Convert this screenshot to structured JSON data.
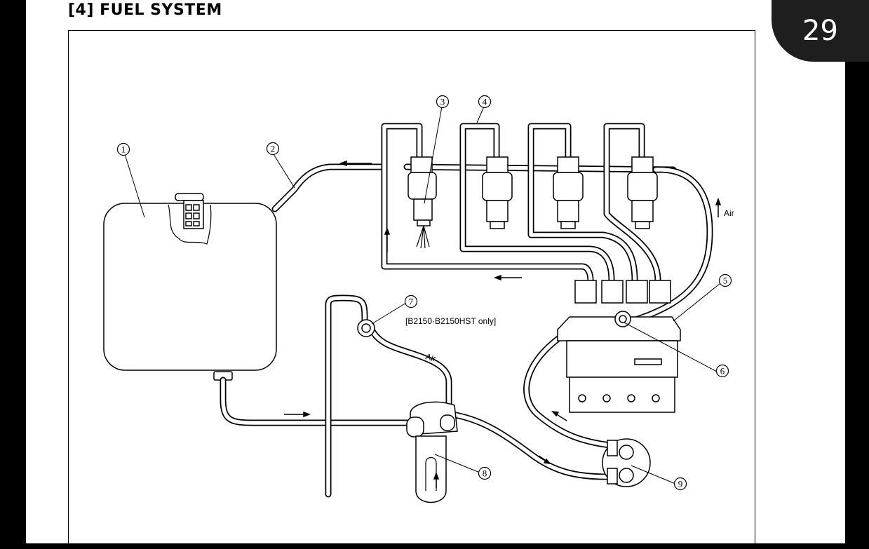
{
  "page_number": "29",
  "section_title": "[4] FUEL SYSTEM",
  "figure": {
    "callouts": {
      "c1": "1",
      "c2": "2",
      "c3": "3",
      "c4": "4",
      "c5": "5",
      "c6": "6",
      "c7": "7",
      "c8": "8",
      "c9": "9"
    },
    "model_note": "[B2150·B2150HST only]",
    "air_label_top": "Air",
    "air_label_mid": "Air"
  },
  "colors": {
    "background": "#000000",
    "page": "#ffffff",
    "badge": "#1e1e1e",
    "ink": "#000000"
  }
}
